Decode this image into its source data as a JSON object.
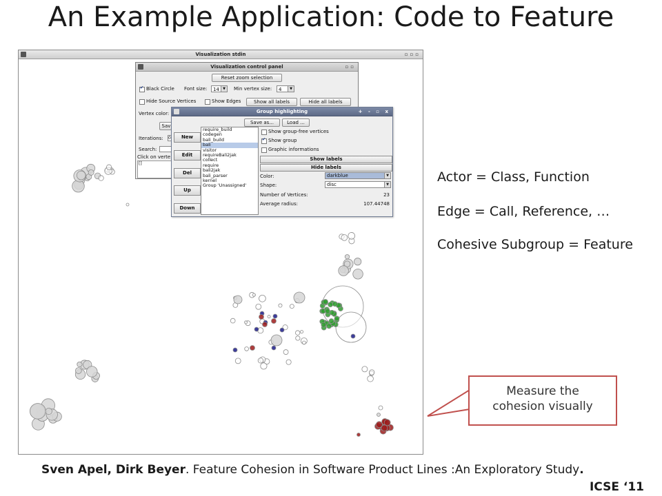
{
  "slide": {
    "title": "An Example Application: Code to Feature",
    "mapping": [
      "Actor = Class, Function",
      "Edge = Call, Reference, …",
      "Cohesive Subgroup = Feature"
    ],
    "callout": [
      "Measure the",
      "cohesion visually"
    ],
    "citation_authors": "Sven Apel, Dirk Beyer",
    "citation_title": ". Feature Cohesion in Software Product Lines :An Exploratory Study",
    "citation_end": ".",
    "venue": "ICSE ‘11"
  },
  "viz_window": {
    "title": "Visualization stdin"
  },
  "control_panel": {
    "title": "Visualization control panel",
    "reset_zoom": "Reset zoom selection",
    "black_circle": "Black Circle",
    "black_circle_checked": true,
    "font_size_label": "Font size:",
    "font_size_value": "14",
    "min_vertex_label": "Min vertex size:",
    "min_vertex_value": "4",
    "hide_source": "Hide Source Vertices",
    "show_edges": "Show Edges",
    "show_all_labels": "Show all labels",
    "hide_all_labels": "Hide all labels",
    "vertex_color": "Vertex color:",
    "save_partial": "Sav",
    "iterations_label": "Iterations:",
    "iterations_value": "0",
    "search_label": "Search:",
    "click_on_vertex": "Click on verte",
    "list_value": "[]"
  },
  "group_panel": {
    "title": "Group highlighting",
    "save_as": "Save as...",
    "load": "Load ...",
    "buttons": {
      "new": "New",
      "edit": "Edit",
      "del": "Del",
      "up": "Up",
      "down": "Down"
    },
    "groups": [
      "require_build",
      "codegen",
      "bali_build",
      "bali",
      "visitor",
      "requireBali2jak",
      "collect",
      "require",
      "bali2jak",
      "bali_parser",
      "kernel",
      "Group 'Unassigned'"
    ],
    "selected_group": "bali",
    "show_group_free": "Show group-free vertices",
    "show_group": "Show group",
    "show_group_checked": true,
    "graphic_info": "Graphic informations",
    "show_labels": "Show labels",
    "hide_labels": "Hide labels",
    "color_label": "Color:",
    "color_value": "darkblue",
    "shape_label": "Shape:",
    "shape_value": "disc",
    "num_vertices_label": "Number of Vertices:",
    "num_vertices_value": "23",
    "avg_radius_label": "Average radius:",
    "avg_radius_value": "107.44748"
  },
  "colors": {
    "callout_border": "#c0504d",
    "group_green": "#2e9e2e",
    "group_darkred": "#9e1b1b",
    "group_darkblue": "#1b1b8a",
    "node_gray": "#d6d6d6"
  }
}
